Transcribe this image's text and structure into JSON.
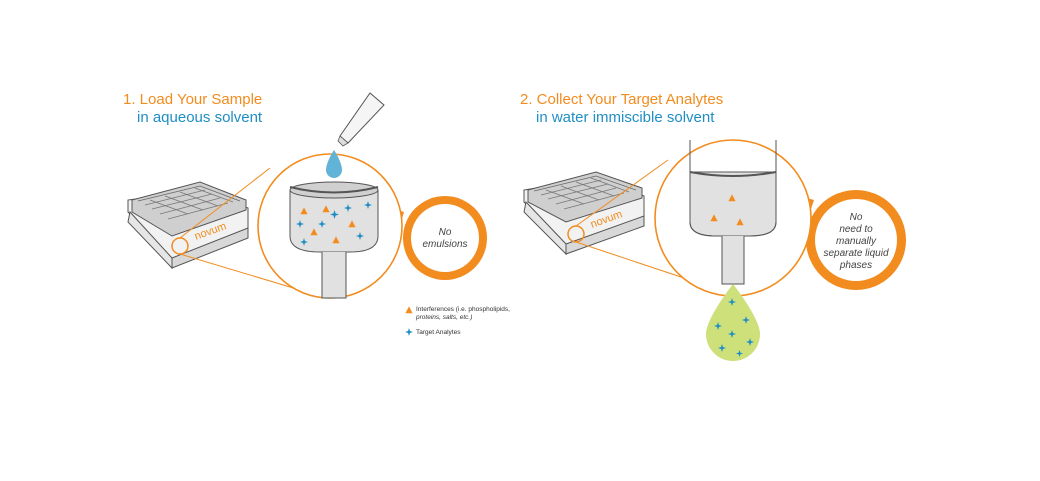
{
  "step1": {
    "title": "1. Load Your Sample",
    "subtitle": "in aqueous solvent",
    "callout": "No emulsions",
    "brand": "novum"
  },
  "step2": {
    "title": "2. Collect Your Target Analytes",
    "subtitle": "in water immiscible solvent",
    "callout_lines": [
      "No",
      "need to",
      "manually",
      "separate liquid",
      "phases"
    ],
    "brand": "novum"
  },
  "legend": {
    "interferences_line1": "Interferences (i.e. phospholipids,",
    "interferences_line2": "proteins, salts, etc.)",
    "analytes": "Target Analytes"
  },
  "colors": {
    "orange": "#f28c1e",
    "blue": "#1f8ec4",
    "droplet_green": "#cde07a",
    "tube_gray": "#e1e1e1",
    "outline_gray": "#555555"
  },
  "icons": {
    "interference": "orange-triangle-icon",
    "analyte": "blue-star-icon"
  }
}
